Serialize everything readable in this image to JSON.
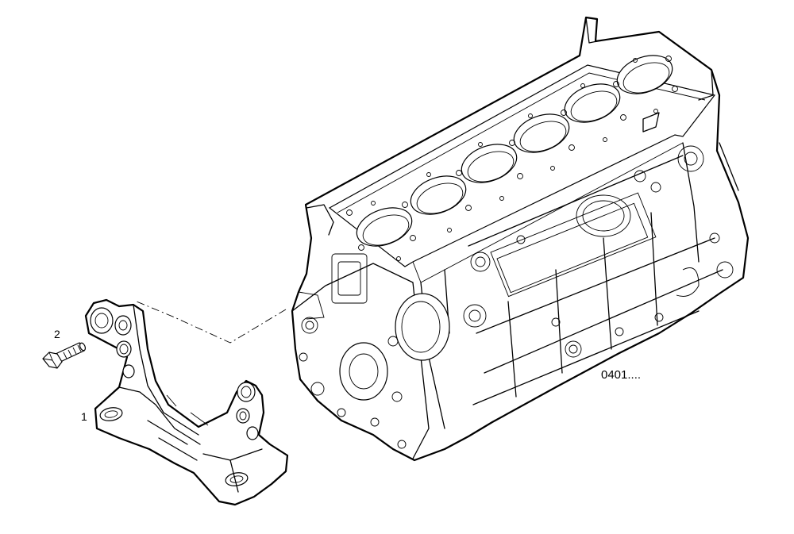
{
  "callouts": {
    "item_1": "1",
    "item_2": "2",
    "group_ref": "0401...."
  },
  "parts": [
    {
      "label": "1",
      "icon": "engine-mounting-bracket-icon"
    },
    {
      "label": "2",
      "icon": "hex-bolt-icon"
    }
  ],
  "colors": {
    "line": "#000000",
    "background": "#ffffff"
  }
}
